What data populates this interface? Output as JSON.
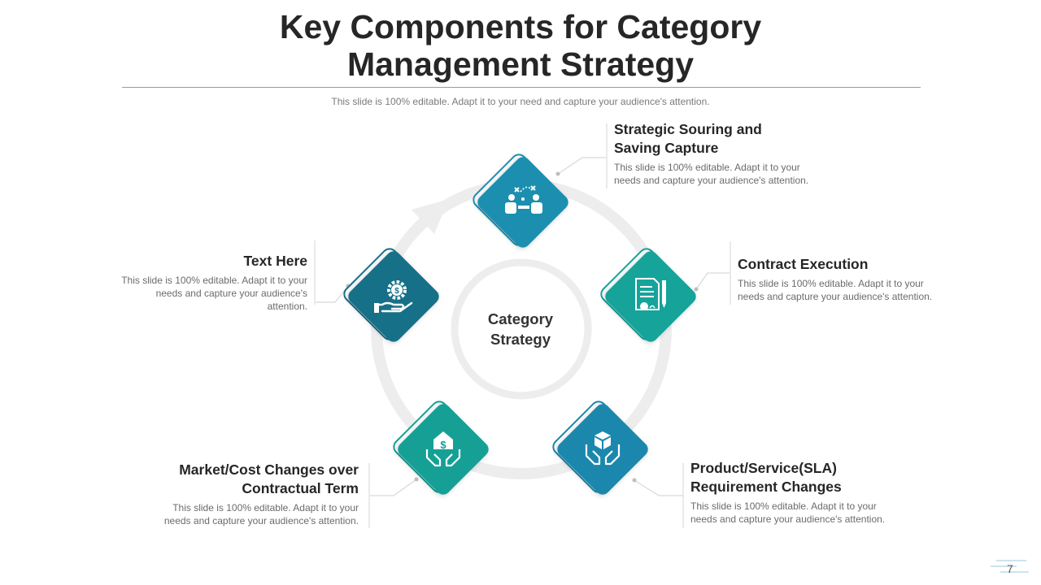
{
  "slide": {
    "title_line1": "Key Components for Category",
    "title_line2": "Management Strategy",
    "subtitle": "This slide is 100% editable. Adapt it to your need and capture your audience's attention.",
    "page_number": "7"
  },
  "center": {
    "line1": "Category",
    "line2": "Strategy"
  },
  "items": [
    {
      "head1": "Strategic Souring and",
      "head2": "Saving Capture",
      "body": "This slide is 100% editable. Adapt it to your needs and capture your audience's attention.",
      "icon": "strategy-team-icon",
      "color": "#1e8fb0"
    },
    {
      "head1": "Contract Execution",
      "head2": "",
      "body": "This slide is 100% editable. Adapt it to your needs and capture your audience's attention.",
      "icon": "contract-certificate-icon",
      "color": "#15a39a"
    },
    {
      "head1": "Product/Service(SLA)",
      "head2": "Requirement Changes",
      "body": "This slide is 100% editable. Adapt it to your needs and capture your audience's attention.",
      "icon": "hands-box-icon",
      "color": "#1e87ad"
    },
    {
      "head1": "Market/Cost Changes over",
      "head2": "Contractual Term",
      "body": "This slide is 100% editable. Adapt it to your needs and capture your audience's attention.",
      "icon": "hands-money-house-icon",
      "color": "#14a095"
    },
    {
      "head1": "Text Here",
      "head2": "",
      "body": "This slide is 100% editable. Adapt it to your needs and capture your audience's attention.",
      "icon": "hand-gear-money-icon",
      "color": "#196f88"
    }
  ],
  "colors": {
    "ring": "#ededed",
    "connector": "#c8c8c8",
    "divider": "#d0d0d0"
  }
}
